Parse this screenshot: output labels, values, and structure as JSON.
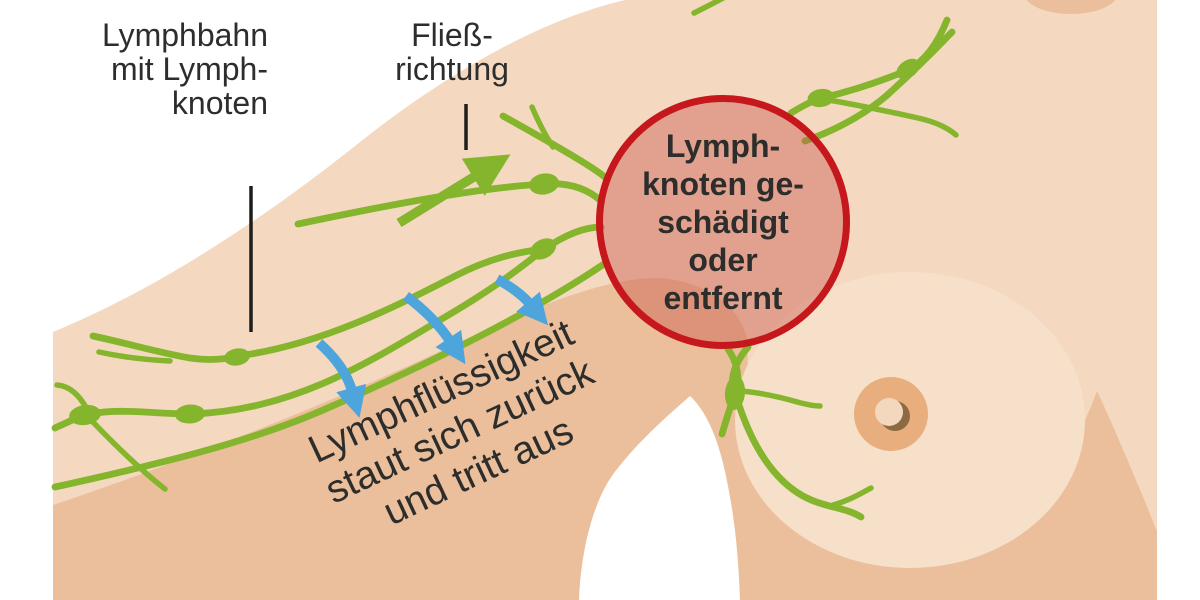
{
  "labels": {
    "lymph_vessel": "Lymphbahn\nmit Lymph-\nknoten",
    "flow_direction": "Fließ-\nrichtung",
    "damaged_node": "Lymph-\nknoten ge-\nschädigt\noder\nentfernt",
    "fluid_leak": "Lymphflüssigkeit\nstaut sich zurück\nund tritt aus"
  },
  "icons": {
    "flow_direction_arrow": "green-arrow-up-right",
    "leak_arrows": "blue-curved-arrows-down",
    "damaged_node_marker": "red-circle-outline"
  },
  "colors": {
    "skin_light": "#f4d9c0",
    "skin_dark": "#ebbf9b",
    "breast_light": "#f7e0c9",
    "areola": "#e9ae7d",
    "nipple_inner": "#f3d8bd",
    "nipple_shadow": "#8d6b42",
    "vessel_green": "#84b52c",
    "arrow_blue": "#4ea5dc",
    "circle_red": "#c5171c",
    "circle_fill": "rgba(205,90,82,0.45)",
    "pointer_black": "#1d1d1b",
    "text": "#2d2d2c"
  }
}
